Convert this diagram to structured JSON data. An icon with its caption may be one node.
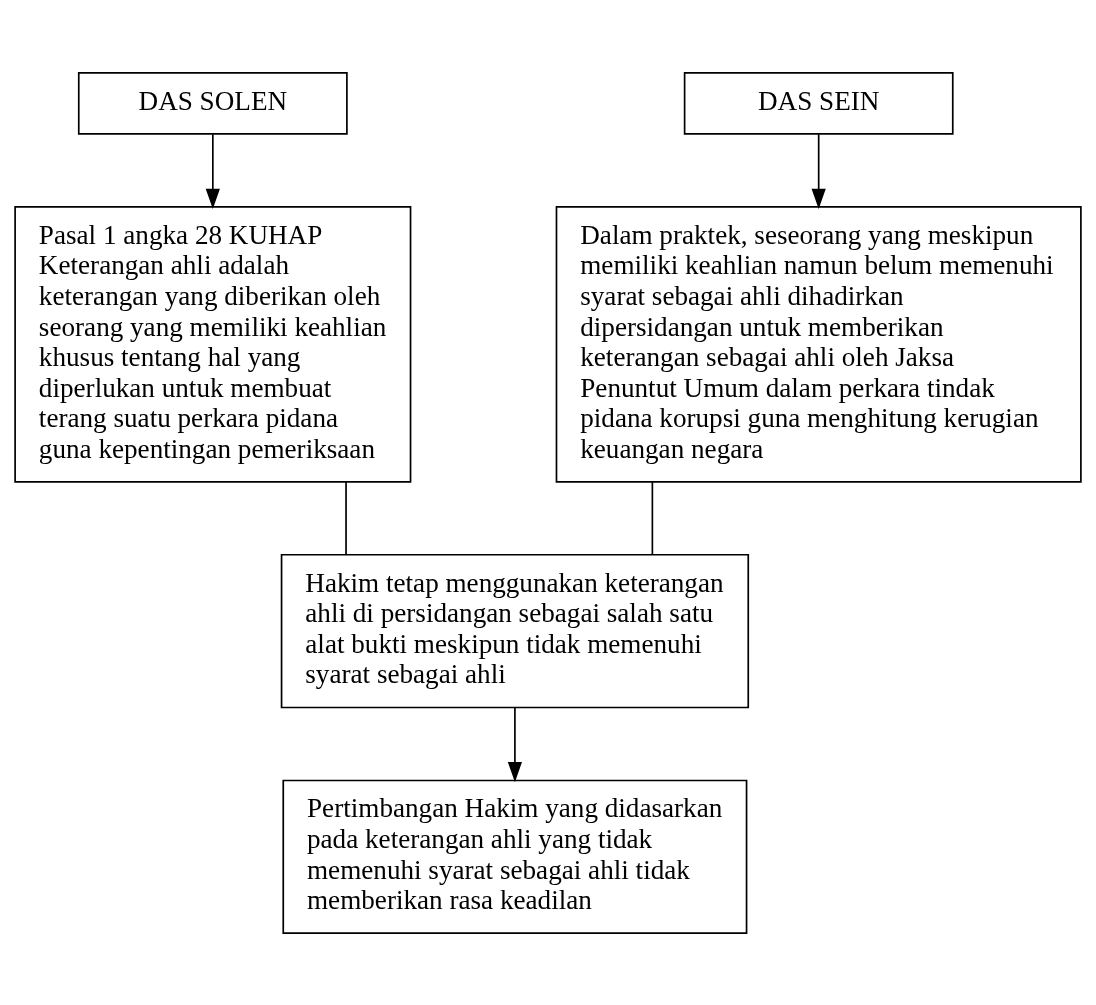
{
  "diagram": {
    "nodes": [
      {
        "text": [
          "DAS SOLEN"
        ]
      },
      {
        "text": [
          "Pasal 1 angka 28 KUHAP",
          "Keterangan ahli adalah keterangan yang diberikan oleh seorang yang memiliki keahlian khusus tentang hal yang diperlukan untuk membuat terang suatu perkara pidana guna kepentingan pemeriksaan"
        ]
      },
      {
        "text": [
          "DAS SEIN"
        ]
      },
      {
        "text": [
          "Dalam praktek, seseorang yang meskipun memiliki keahlian namun belum memenuhi syarat sebagai ahli dihadirkan dipersidangan untuk memberikan keterangan sebagai ahli oleh Jaksa Penuntut Umum dalam perkara tindak pidana korupsi guna menghitung kerugian keuangan negara"
        ]
      },
      {
        "text": [
          "Hakim tetap menggunakan keterangan ahli di persidangan sebagai salah satu alat bukti meskipun tidak memenuhi syarat sebagai ahli"
        ]
      },
      {
        "text": [
          "Pertimbangan Hakim yang didasarkan pada keterangan ahli yang tidak memenuhi syarat sebagai ahli tidak memberikan rasa keadilan"
        ]
      }
    ],
    "edges": [
      {
        "from": 0,
        "to": 1,
        "arrow": "to"
      },
      {
        "from": 2,
        "to": 3,
        "arrow": "to"
      },
      {
        "from": 1,
        "to": 4,
        "arrow": "none"
      },
      {
        "from": 3,
        "to": 4,
        "arrow": "none"
      },
      {
        "from": 4,
        "to": 5,
        "arrow": "to"
      }
    ]
  }
}
